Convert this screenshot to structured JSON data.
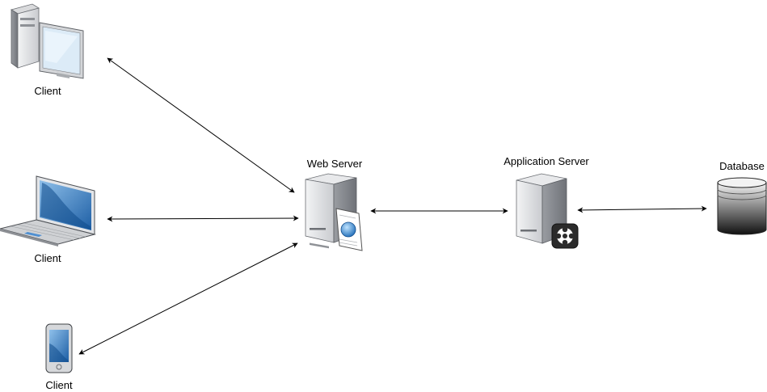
{
  "labels": {
    "client_desktop": "Client",
    "client_laptop": "Client",
    "client_phone": "Client",
    "web_server": "Web Server",
    "app_server": "Application Server",
    "database": "Database"
  },
  "nodes": [
    {
      "id": "client_desktop",
      "icon": "desktop-computer-icon"
    },
    {
      "id": "client_laptop",
      "icon": "laptop-icon"
    },
    {
      "id": "client_phone",
      "icon": "mobile-phone-icon"
    },
    {
      "id": "web_server",
      "icon": "web-server-icon"
    },
    {
      "id": "app_server",
      "icon": "application-server-icon"
    },
    {
      "id": "database",
      "icon": "database-cylinder-icon"
    }
  ],
  "edges": [
    {
      "from": "client_desktop",
      "to": "web_server",
      "direction": "both"
    },
    {
      "from": "client_laptop",
      "to": "web_server",
      "direction": "both"
    },
    {
      "from": "client_phone",
      "to": "web_server",
      "direction": "both"
    },
    {
      "from": "web_server",
      "to": "app_server",
      "direction": "both"
    },
    {
      "from": "app_server",
      "to": "database",
      "direction": "both"
    }
  ],
  "colors": {
    "line": "#000000",
    "server_light": "#e6e7e9",
    "server_dark": "#8b8e93",
    "screen_blue": "#2f6fb3",
    "db_top": "#f2f2f2",
    "db_bottom": "#1a1a1a"
  }
}
